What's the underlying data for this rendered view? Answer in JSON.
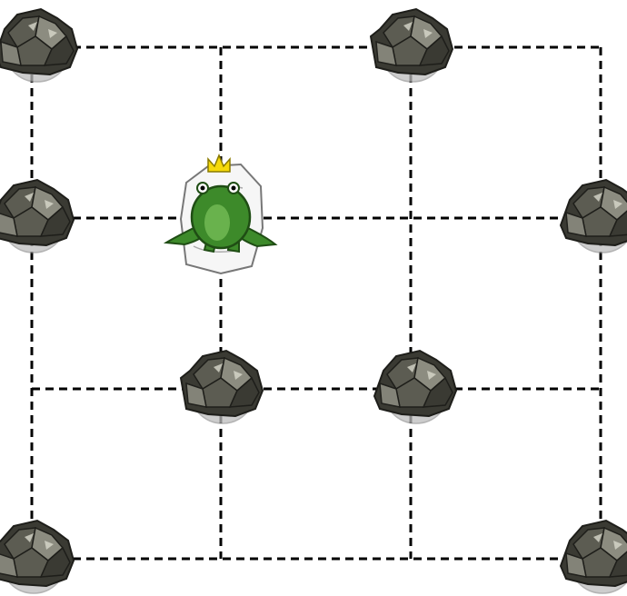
{
  "game": {
    "grid": {
      "columns": 3,
      "rows": 3,
      "line_color": "#000000",
      "line_style": "dashed"
    },
    "pieces": [
      {
        "name": "rock",
        "node": [
          0,
          0
        ],
        "icon": "rock-icon"
      },
      {
        "name": "rock",
        "node": [
          2,
          0
        ],
        "icon": "rock-icon"
      },
      {
        "name": "rock",
        "node": [
          0,
          1
        ],
        "icon": "rock-icon"
      },
      {
        "name": "frog-prince",
        "node": [
          1,
          1
        ],
        "icon": "crowned-frog-icon",
        "on": "white-stone"
      },
      {
        "name": "rock",
        "node": [
          3,
          1
        ],
        "icon": "rock-icon"
      },
      {
        "name": "rock",
        "node": [
          1,
          2
        ],
        "icon": "rock-icon"
      },
      {
        "name": "rock",
        "node": [
          2,
          2
        ],
        "icon": "rock-icon"
      },
      {
        "name": "rock",
        "node": [
          0,
          3
        ],
        "icon": "rock-icon"
      },
      {
        "name": "rock",
        "node": [
          3,
          3
        ],
        "icon": "rock-icon"
      }
    ],
    "colors": {
      "rock_dark": "#3a3a33",
      "rock_mid": "#5c5c52",
      "rock_light": "#8c8c80",
      "rock_shadow": "#bdbdbd",
      "frog_green": "#3d8a2a",
      "frog_dark": "#1f4d14",
      "crown": "#f5d90a"
    }
  }
}
